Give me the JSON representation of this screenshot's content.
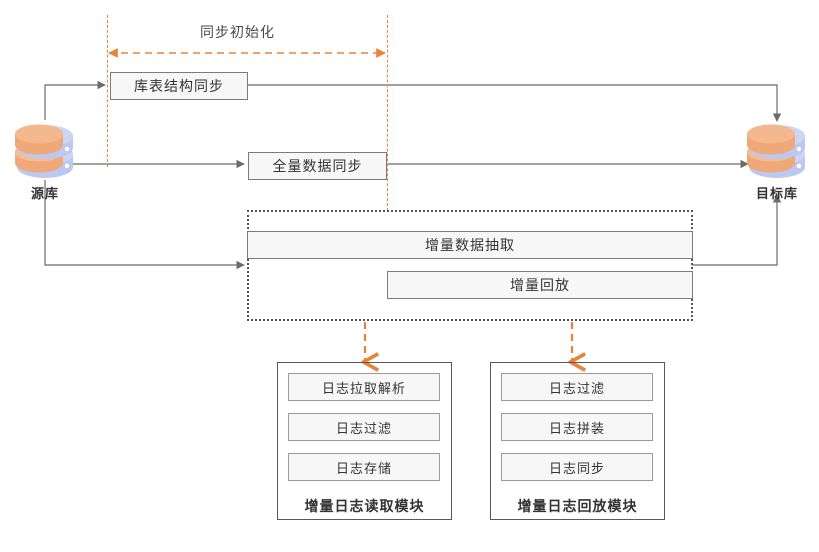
{
  "diagram": {
    "title_label": "同步初始化",
    "source_db": {
      "label": "源库",
      "icon": "database-icon"
    },
    "target_db": {
      "label": "目标库",
      "icon": "database-icon"
    },
    "steps": [
      {
        "id": "schema-sync",
        "label": "库表结构同步"
      },
      {
        "id": "full-data-sync",
        "label": "全量数据同步"
      },
      {
        "id": "incremental-extract",
        "label": "增量数据抽取"
      },
      {
        "id": "incremental-replay",
        "label": "增量回放"
      }
    ],
    "modules": [
      {
        "id": "log-read-module",
        "caption": "增量日志读取模块",
        "items": [
          "日志拉取解析",
          "日志过滤",
          "日志存储"
        ]
      },
      {
        "id": "log-replay-module",
        "caption": "增量日志回放模块",
        "items": [
          "日志过滤",
          "日志拼装",
          "日志同步"
        ]
      }
    ],
    "colors": {
      "accent_dashed": "#e8833a",
      "box_fill": "#f7f7f7",
      "box_border": "#7b7b7b",
      "connector": "#6b6b6b",
      "db_orange": "#f0a878",
      "db_blue": "#bdc8f0",
      "text": "#333333",
      "background": "#ffffff"
    }
  }
}
